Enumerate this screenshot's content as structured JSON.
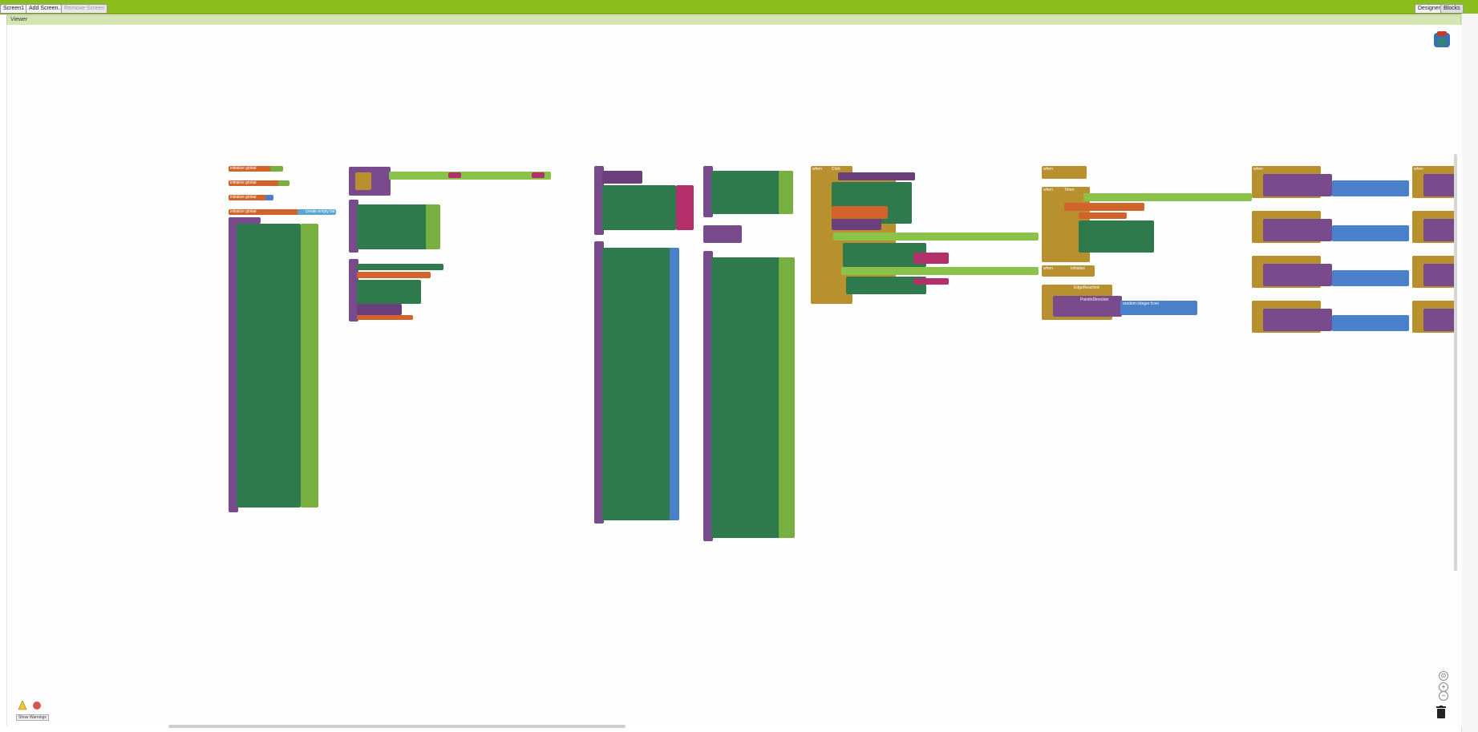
{
  "topbar": {
    "screen_select": "Screen1 ▾",
    "add_screen": "Add Screen...",
    "remove_screen": "Remove Screen",
    "designer": "Designer",
    "blocks": "Blocks"
  },
  "viewer": {
    "title": "Viewer"
  },
  "workspace": {
    "globals": [
      "initialize global",
      "initialize global",
      "initialize global",
      "initialize global"
    ],
    "create_empty_list": "create empty list",
    "event_labels": [
      "when",
      "when",
      "when",
      "when",
      "when",
      "when"
    ],
    "edge_reached": "EdgeReached",
    "points_in_direction": "PointInDirection",
    "random_integer": "random integer from",
    "click": "Click",
    "timer": "Timer",
    "initialize": "Initialize"
  },
  "controls": {
    "show_warnings": "Show Warnings",
    "zoom_in": "+",
    "zoom_out": "−",
    "center": "⊙"
  },
  "colors": {
    "topbar": "#8bbd1c",
    "viewer_bar": "#d6e7b4"
  }
}
